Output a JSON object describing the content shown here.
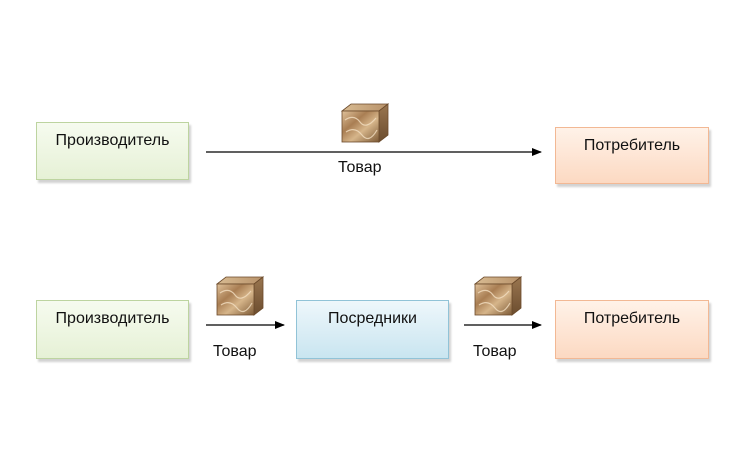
{
  "row1": {
    "producer": "Производитель",
    "consumer": "Потребитель",
    "goods": "Товар"
  },
  "row2": {
    "producer": "Производитель",
    "intermediaries": "Посредники",
    "consumer": "Потребитель",
    "goods_left": "Товар",
    "goods_right": "Товар"
  },
  "colors": {
    "producer_fill": "#e6f1d6",
    "consumer_fill": "#fcd9c2",
    "intermediaries_fill": "#c9e5f0",
    "arrow": "#000000"
  }
}
